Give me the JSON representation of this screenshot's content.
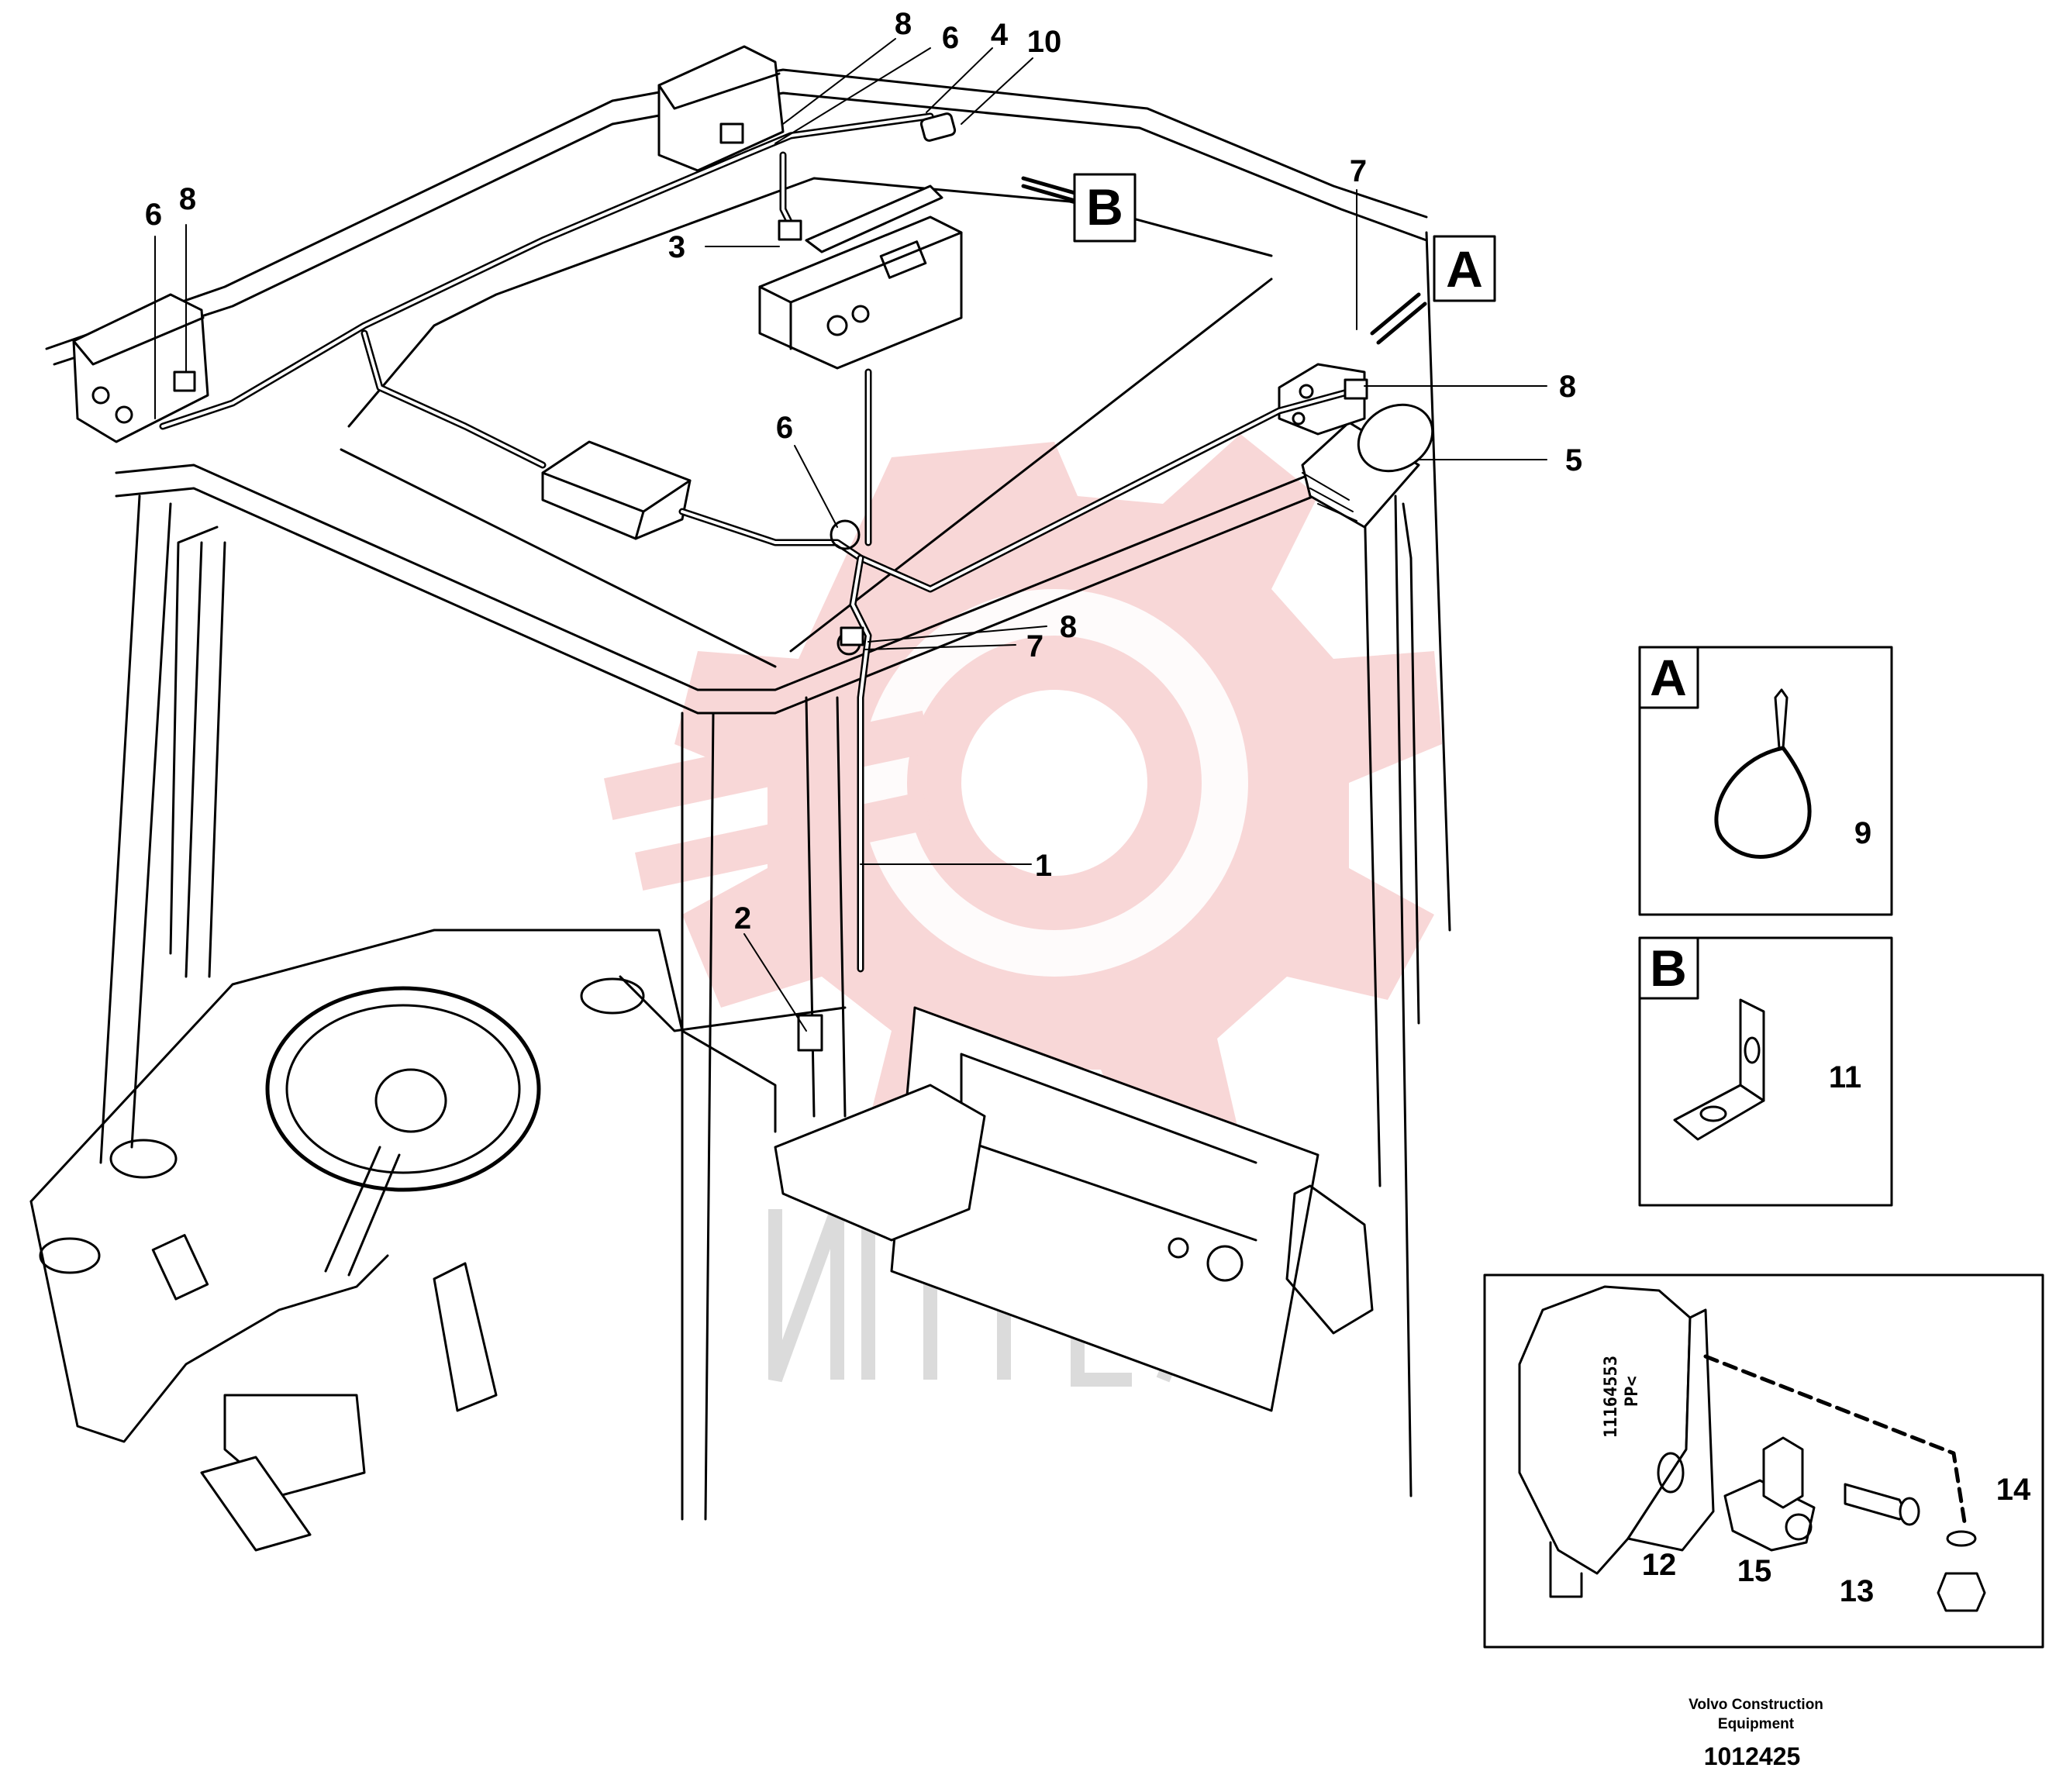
{
  "diagram": {
    "callouts": [
      "8",
      "6",
      "4",
      "10",
      "6",
      "8",
      "3",
      "7",
      "8",
      "5",
      "6",
      "8",
      "7",
      "1",
      "2",
      "9",
      "11",
      "14",
      "12",
      "15",
      "13"
    ],
    "view_labels": {
      "a": "A",
      "b": "B"
    },
    "detail_a": {
      "label": "A",
      "part": "9"
    },
    "detail_b": {
      "label": "B",
      "part": "11"
    },
    "detail_bracket": {
      "part_number_text": "11164553",
      "part_suffix": "PP<"
    }
  },
  "footer": {
    "caption_line1": "Volvo Construction",
    "caption_line2": "Equipment",
    "doc_number": "1012425"
  },
  "colors": {
    "ink": "#000000",
    "watermark": "#f3b7b7",
    "background": "#ffffff"
  }
}
